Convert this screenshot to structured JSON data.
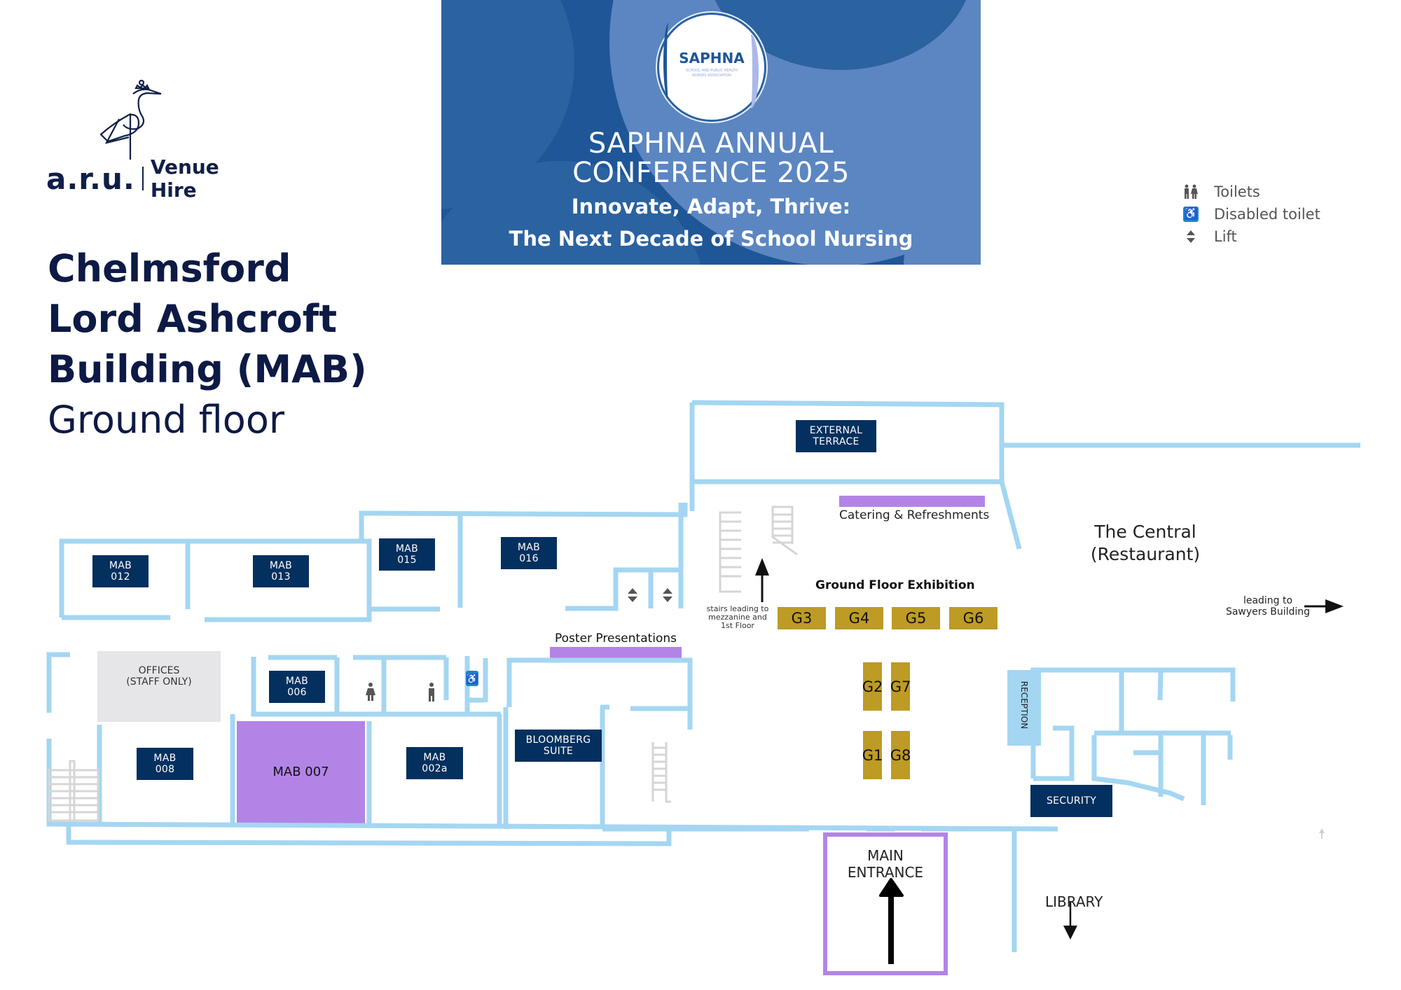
{
  "brand": {
    "logo_text": "a.r.u.",
    "division": "Venue Hire",
    "logo_icon": "heron-crown-icon"
  },
  "title": {
    "lines": [
      "Chelmsford",
      "Lord Ashcroft",
      "Building (MAB)"
    ],
    "floor": "Ground floor"
  },
  "banner": {
    "logo_name": "SAPHNA",
    "logo_subtitle_1": "SCHOOL AND PUBLIC HEALTH",
    "logo_subtitle_2": "NURSES ASSOCIATION",
    "heading_1": "SAPHNA ANNUAL",
    "heading_2": "CONFERENCE 2025",
    "tagline_1": "Innovate, Adapt, Thrive:",
    "tagline_2": "The Next Decade of School Nursing"
  },
  "legend": [
    {
      "icon": "toilets-icon",
      "label": "Toilets"
    },
    {
      "icon": "disabled-toilet-icon",
      "label": "Disabled toilet"
    },
    {
      "icon": "lift-icon",
      "label": "Lift"
    }
  ],
  "rooms": {
    "mab012": [
      "MAB",
      "012"
    ],
    "mab013": [
      "MAB",
      "013"
    ],
    "mab015": [
      "MAB",
      "015"
    ],
    "mab016": [
      "MAB",
      "016"
    ],
    "mab006": [
      "MAB",
      "006"
    ],
    "mab008": [
      "MAB",
      "008"
    ],
    "mab002a": [
      "MAB",
      "002a"
    ],
    "mab007": "MAB 007",
    "offices": [
      "OFFICES",
      "(STAFF ONLY)"
    ],
    "bloomberg": [
      "BLOOMBERG",
      "SUITE"
    ],
    "terrace": [
      "EXTERNAL",
      "TERRACE"
    ],
    "reception": "RECEPTION",
    "security": "SECURITY"
  },
  "areas": {
    "catering": "Catering & Refreshments",
    "posters": "Poster Presentations",
    "exhibition": "Ground Floor Exhibition",
    "restaurant_1": "The Central",
    "restaurant_2": "(Restaurant)",
    "stairs_note": [
      "stairs leading to",
      "mezzanine and",
      "1st Floor"
    ],
    "sawyers": [
      "leading to",
      "Sawyers Building"
    ],
    "entrance": [
      "MAIN",
      "ENTRANCE"
    ],
    "library": "LIBRARY"
  },
  "stands": [
    "G1",
    "G2",
    "G3",
    "G4",
    "G5",
    "G6",
    "G7",
    "G8"
  ],
  "colors": {
    "navy": "#04305f",
    "wall": "#a4d6f2",
    "highlight_purple": "#b384e6",
    "stand_gold": "#bd9b24",
    "offices_grey": "#e6e6e8",
    "banner_blue": "#1f5697"
  }
}
